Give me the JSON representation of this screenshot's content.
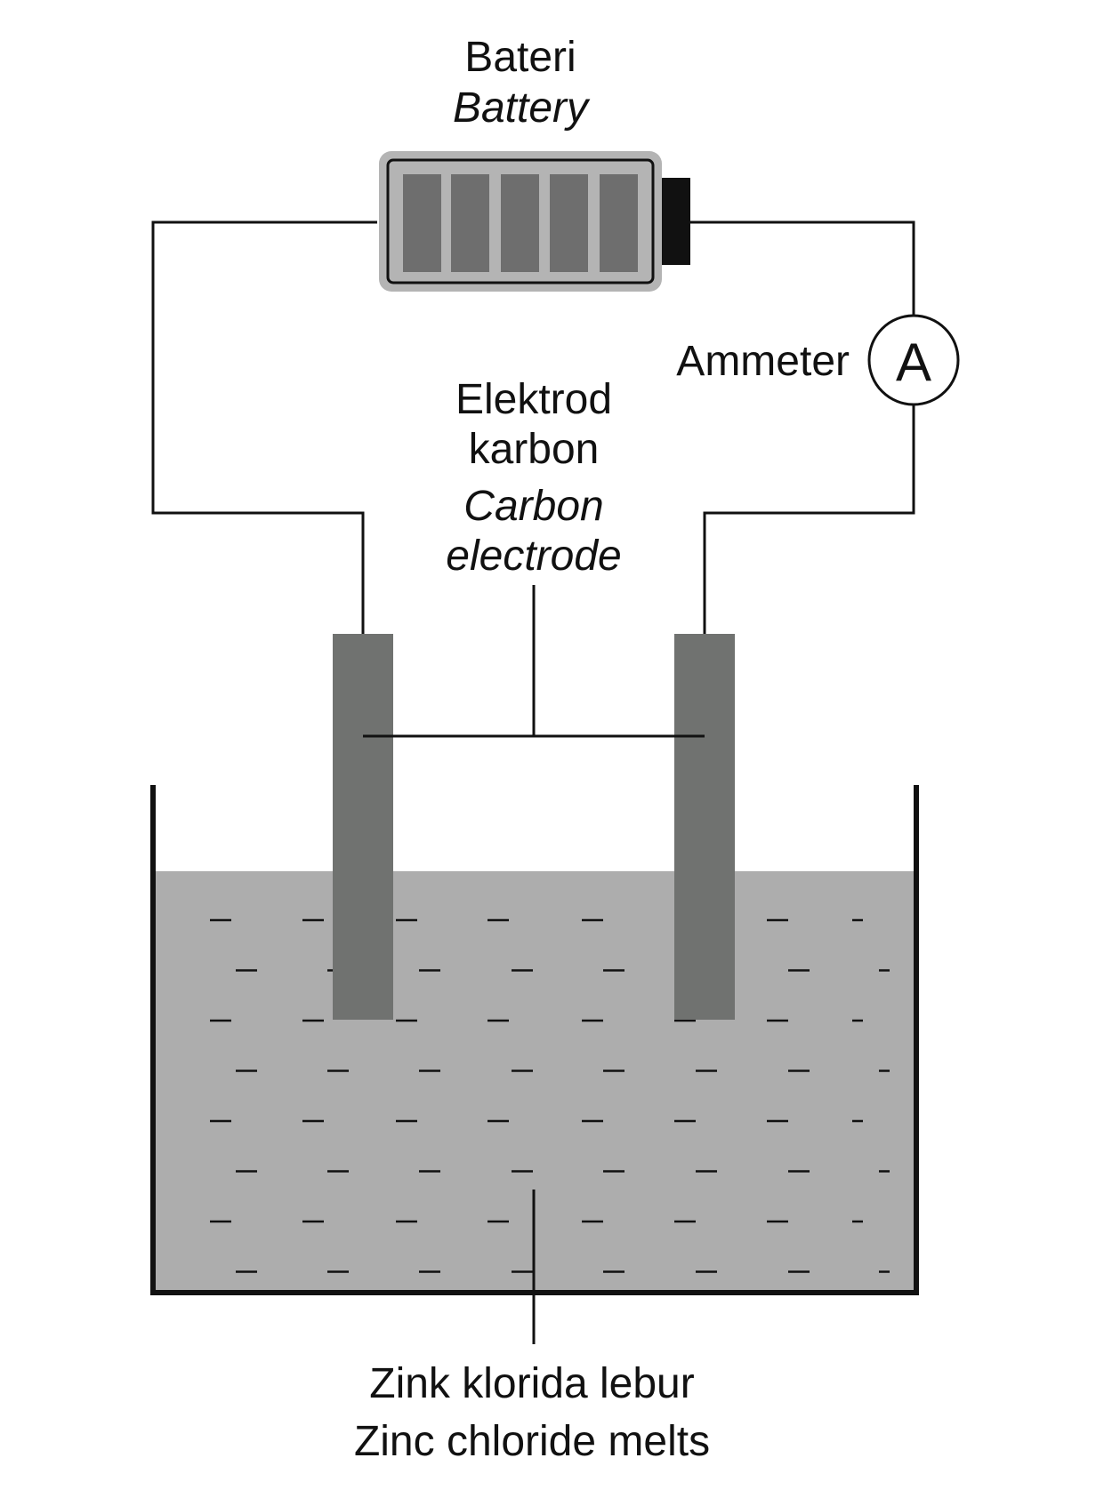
{
  "labels": {
    "battery_ms": "Bateri",
    "battery_en": "Battery",
    "ammeter": "Ammeter",
    "ammeter_symbol": "A",
    "electrode_ms_1": "Elektrod",
    "electrode_ms_2": "karbon",
    "electrode_en_1": "Carbon",
    "electrode_en_2": "electrode",
    "electrolyte_ms": "Zink klorida lebur",
    "electrolyte_en": "Zinc chloride melts"
  },
  "colors": {
    "battery_case": "#b4b4b4",
    "battery_cell": "#6e6e6e",
    "battery_terminal": "#111111",
    "electrode": "#707270",
    "electrolyte": "#adadad",
    "line": "#111111"
  },
  "icons": {
    "battery": "battery-icon",
    "ammeter": "ammeter-symbol"
  }
}
